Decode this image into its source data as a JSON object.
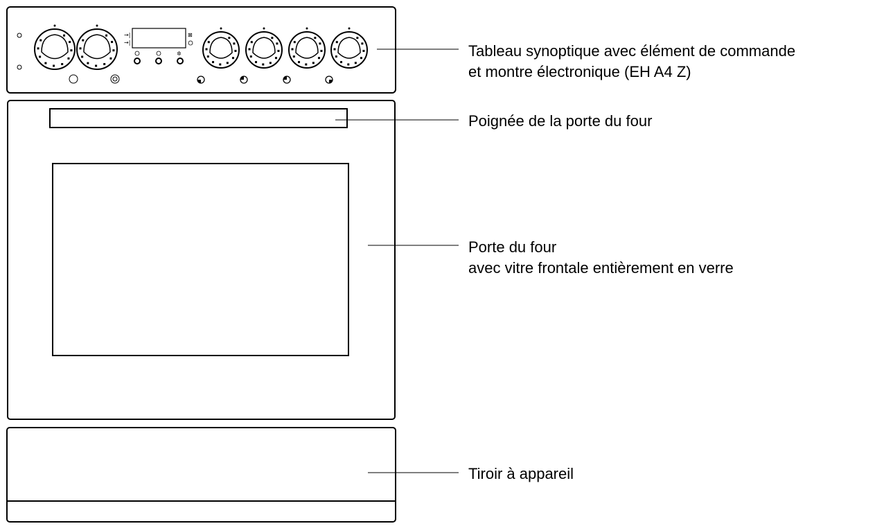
{
  "callouts": [
    {
      "id": "panel",
      "lines": [
        "Tableau synoptique avec élément de commande",
        "et montre électronique (EH A4 Z)"
      ]
    },
    {
      "id": "handle",
      "lines": [
        "Poignée de la porte du four"
      ]
    },
    {
      "id": "door",
      "lines": [
        "Porte du four",
        "avec vitre frontale entièrement en verre"
      ]
    },
    {
      "id": "drawer",
      "lines": [
        "Tiroir à appareil"
      ]
    }
  ],
  "colors": {
    "stroke": "#000000",
    "background": "#ffffff"
  },
  "icons": [
    "hob-on-icon",
    "hob-off-icon",
    "clock-icon",
    "defrost-icon",
    "hotplate-position-icon"
  ]
}
